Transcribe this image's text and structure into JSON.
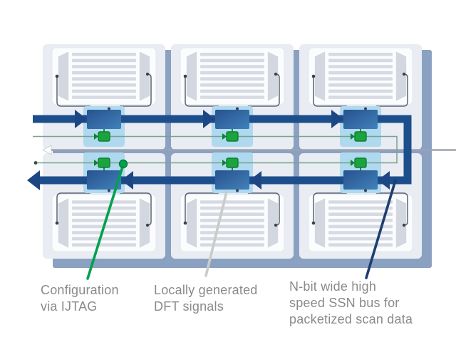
{
  "page": {
    "background": "#ffffff"
  },
  "grid": {
    "rows": 2,
    "cols": 3,
    "tile_count": 6
  },
  "callouts": {
    "ijtag": {
      "lines": [
        "Configuration",
        "via IJTAG"
      ]
    },
    "dft": {
      "lines": [
        "Locally generated",
        "DFT signals"
      ]
    },
    "ssn": {
      "lines": [
        "N-bit wide high",
        "speed SSN bus for",
        "packetized scan data"
      ]
    }
  },
  "colors": {
    "frame": "#8ba1c2",
    "tile": "#e9ecf3",
    "panel": "#fbfcfe",
    "panel_border": "#e3e6ec",
    "stripe": "#d6dae2",
    "trapezoid": "#d3d7e0",
    "trapezoid_border": "#ffffff",
    "hook": "#5b6472",
    "hook_dot": "#39404d",
    "bus": "#1d4e8c",
    "bus_arrow": "#1c4784",
    "node_grad_start": "#27528f",
    "node_grad_end": "#4181b9",
    "node_backdrop": "#aed9ee",
    "ijtag_line": "#79a28d",
    "ijtag_line_dot": "#33523f",
    "ijtag_node": "#1ba43d",
    "ijtag_node_dark": "#0c8030",
    "dft_line": "#9aa3ae",
    "callout_green": "#00a14e",
    "callout_gray": "#c9ccc9",
    "callout_navy": "#1d3f6f",
    "label_text": "#8a8a8a"
  }
}
